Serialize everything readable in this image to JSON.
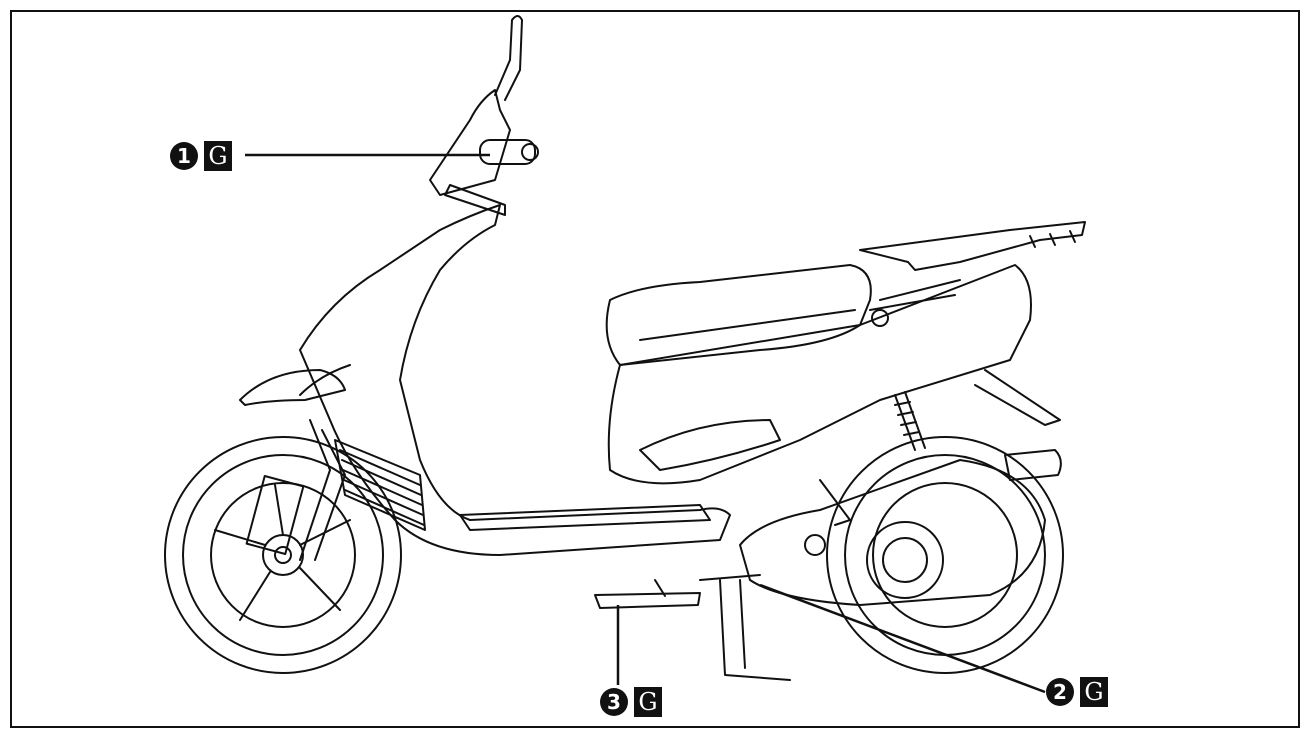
{
  "callouts": [
    {
      "number": "1",
      "code": "G"
    },
    {
      "number": "2",
      "code": "G"
    },
    {
      "number": "3",
      "code": "G"
    }
  ],
  "colors": {
    "line": "#111111",
    "background": "#ffffff"
  }
}
